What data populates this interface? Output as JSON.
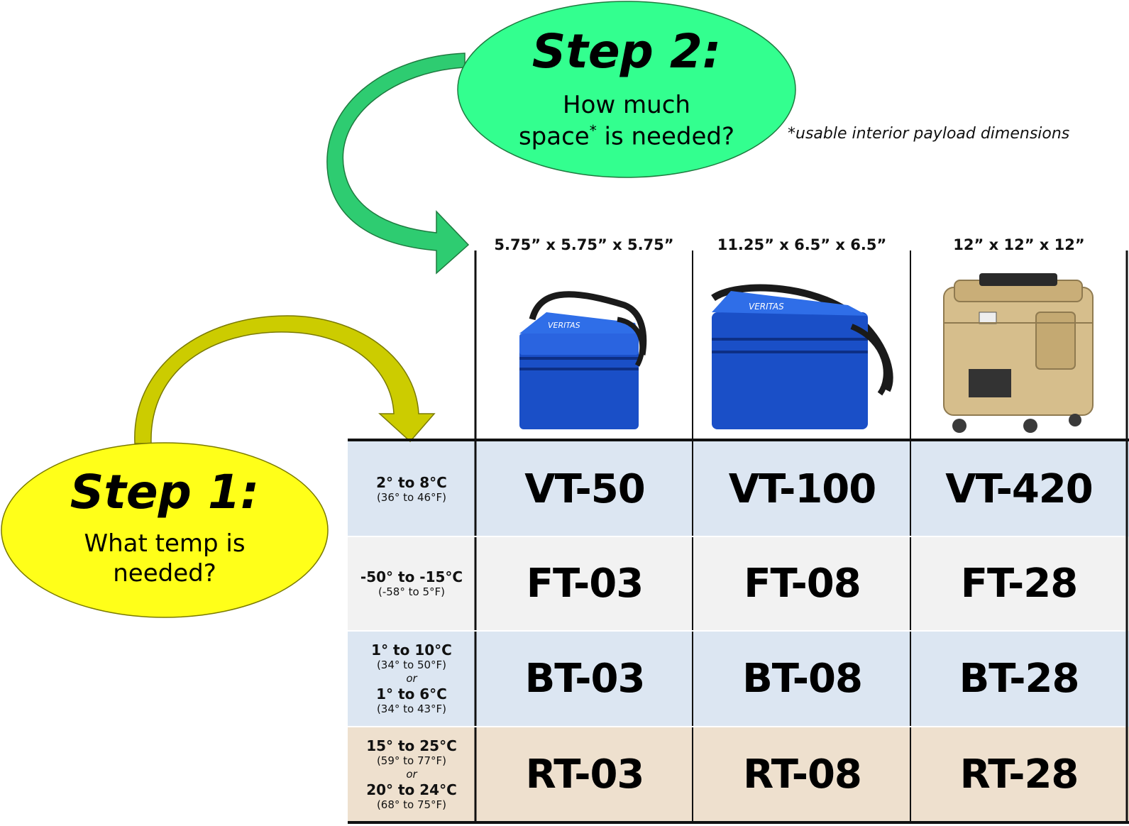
{
  "step2": {
    "title": "Step 2:",
    "line1": "How much",
    "line2a": "space",
    "line2star": "*",
    "line2b": " is needed?"
  },
  "footnote": "*usable interior payload dimensions",
  "step1": {
    "title": "Step 1:",
    "line1": "What temp is",
    "line2": "needed?"
  },
  "columns": [
    {
      "dimensions": "5.75” x 5.75” x 5.75”",
      "image": "small-blue-cooler-bag"
    },
    {
      "dimensions": "11.25” x 6.5” x 6.5”",
      "image": "medium-blue-cooler-bag"
    },
    {
      "dimensions": "12” x 12” x 12”",
      "image": "tan-rolling-hard-case"
    }
  ],
  "bag_logo": "VERITAS",
  "rows": [
    {
      "temp1": "2° to 8°C",
      "sub1": "(36° to 46°F)",
      "or": "",
      "temp2": "",
      "sub2": "",
      "models": [
        "VT-50",
        "VT-100",
        "VT-420"
      ],
      "color": "#dce6f2"
    },
    {
      "temp1": "-50° to -15°C",
      "sub1": "(-58° to 5°F)",
      "or": "",
      "temp2": "",
      "sub2": "",
      "models": [
        "FT-03",
        "FT-08",
        "FT-28"
      ],
      "color": "#f2f2f2"
    },
    {
      "temp1": "1° to 10°C",
      "sub1": "(34° to 50°F)",
      "or": "or",
      "temp2": "1° to 6°C",
      "sub2": "(34° to 43°F)",
      "models": [
        "BT-03",
        "BT-08",
        "BT-28"
      ],
      "color": "#dce6f2"
    },
    {
      "temp1": "15° to 25°C",
      "sub1": "(59° to 77°F)",
      "or": "or",
      "temp2": "20° to 24°C",
      "sub2": "(68° to 75°F)",
      "models": [
        "RT-03",
        "RT-08",
        "RT-28"
      ],
      "color": "#eee0ce"
    }
  ],
  "colors": {
    "step2_fill": "#33ff8f",
    "step2_arrow": "#2ecc71",
    "step1_fill": "#ffff19",
    "step1_arrow": "#cccc00",
    "grid_line": "#111111"
  }
}
